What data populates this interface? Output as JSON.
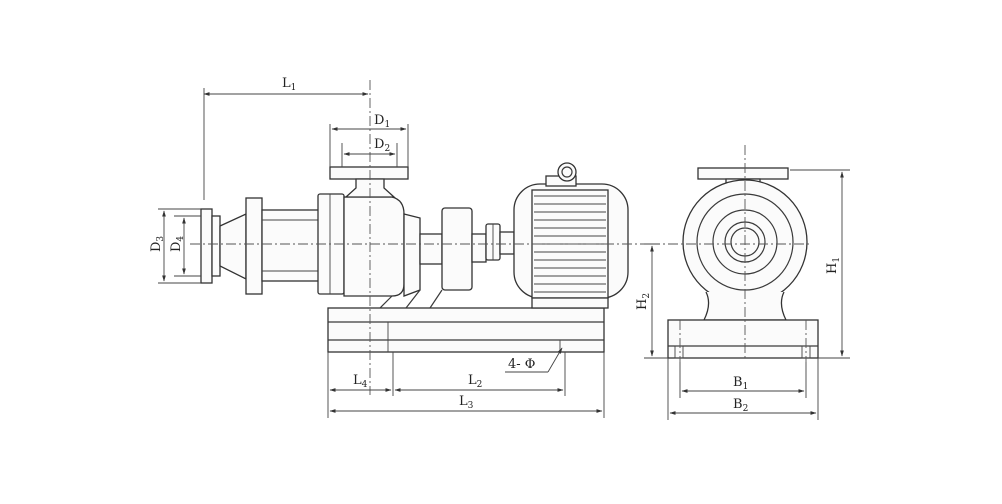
{
  "labels": {
    "L1": {
      "main": "L",
      "sub": "1"
    },
    "L2": {
      "main": "L",
      "sub": "2"
    },
    "L3": {
      "main": "L",
      "sub": "3"
    },
    "L4": {
      "main": "L",
      "sub": "4"
    },
    "D1": {
      "main": "D",
      "sub": "1"
    },
    "D2": {
      "main": "D",
      "sub": "2"
    },
    "D3": {
      "main": "D",
      "sub": "3"
    },
    "D4": {
      "main": "D",
      "sub": "4"
    },
    "H1": {
      "main": "H",
      "sub": "1"
    },
    "H2": {
      "main": "H",
      "sub": "2"
    },
    "B1": {
      "main": "B",
      "sub": "1"
    },
    "B2": {
      "main": "B",
      "sub": "2"
    },
    "holes": "4- Φ"
  },
  "colors": {
    "line": "#333333",
    "background": "#ffffff"
  }
}
